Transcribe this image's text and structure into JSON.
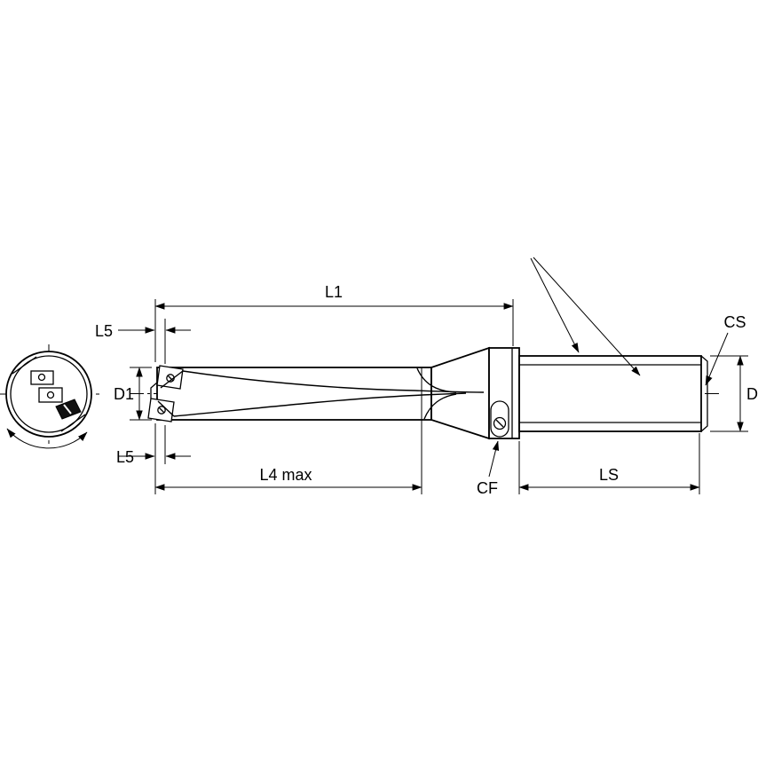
{
  "drawing": {
    "labels": {
      "l1": "L1",
      "l5_top": "L5",
      "d1": "D1",
      "l5_bottom": "L5",
      "l4_max": "L4 max",
      "cf": "CF",
      "ls": "LS",
      "cs": "CS",
      "d": "D"
    },
    "colors": {
      "line": "#000000",
      "background": "#ffffff",
      "insert_fill": "#111111"
    }
  }
}
